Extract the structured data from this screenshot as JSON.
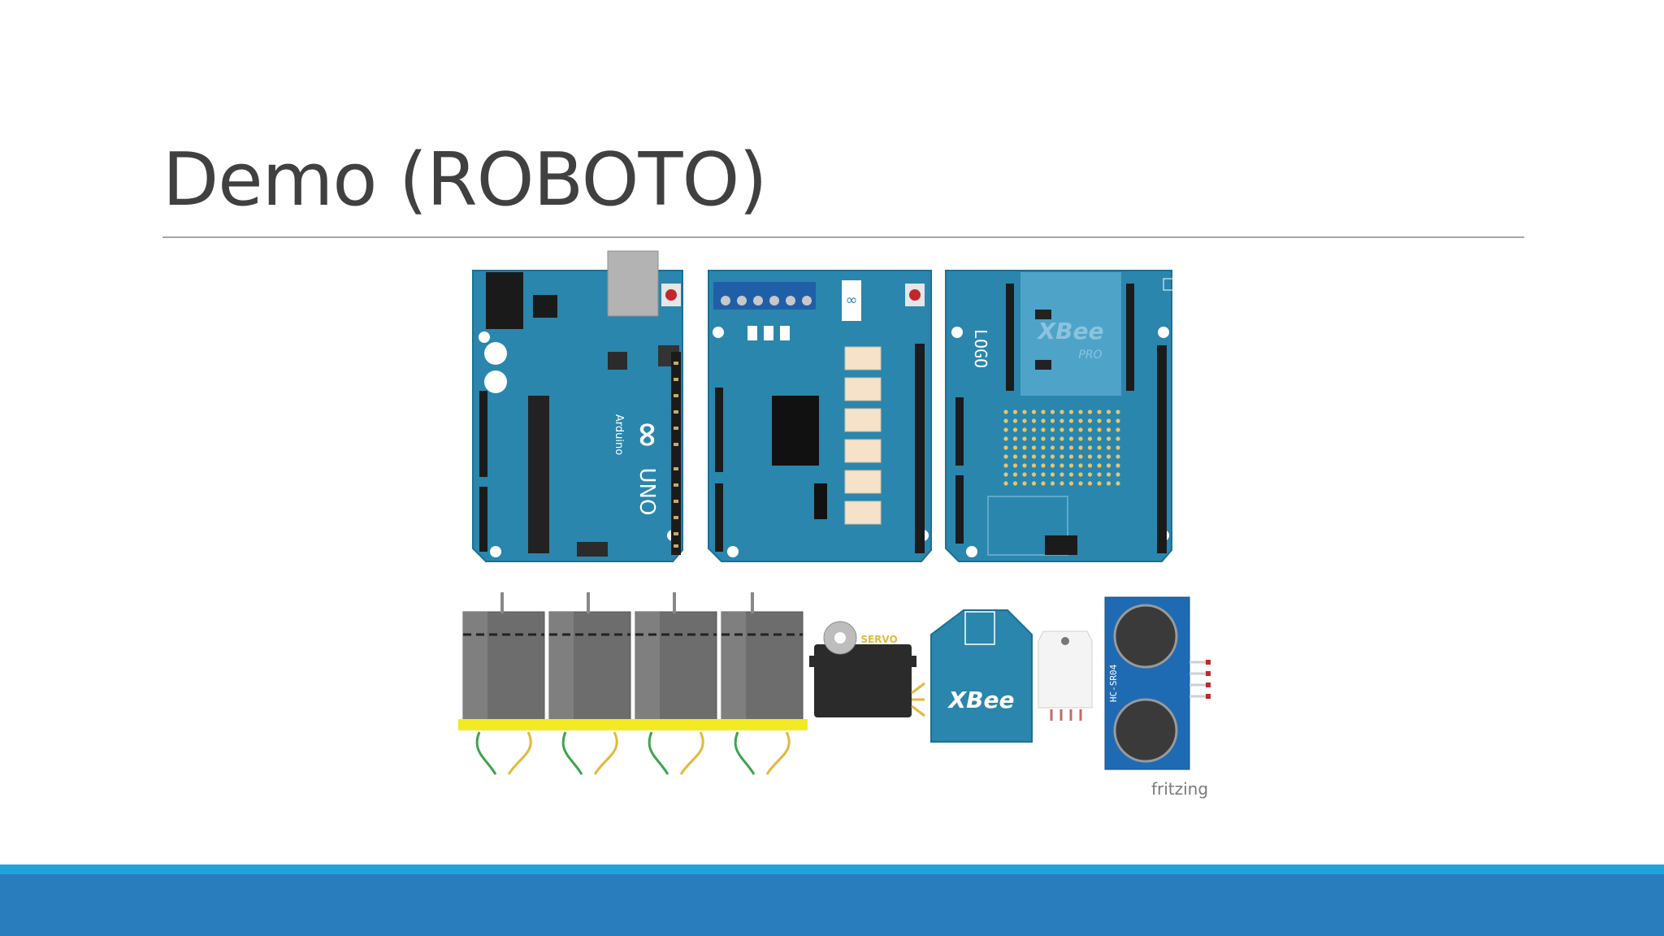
{
  "slide": {
    "title": "Demo (ROBOTO)"
  },
  "figure": {
    "watermark": "fritzing",
    "uno_board": {
      "logo_symbol": "∞",
      "name": "UNO",
      "brand": "Arduino"
    },
    "shield_board": {
      "logo_symbol": "∞"
    },
    "xbee_shield": {
      "logo_text": "LOGO",
      "module_brand": "XBee",
      "module_model": "PRO"
    },
    "servo": {
      "label": "SERVO"
    },
    "xbee_module": {
      "label": "XBee"
    },
    "ultrasonic": {
      "label": "HC-SR04"
    }
  },
  "colors": {
    "pcb": "#2a86ad",
    "pcb_dark": "#1d6f93",
    "motor": "#6d6d6d",
    "motor_bracket": "#f2ea25",
    "footer_light": "#21a3dc",
    "footer_dark": "#2a7dbd",
    "title": "#404040"
  }
}
